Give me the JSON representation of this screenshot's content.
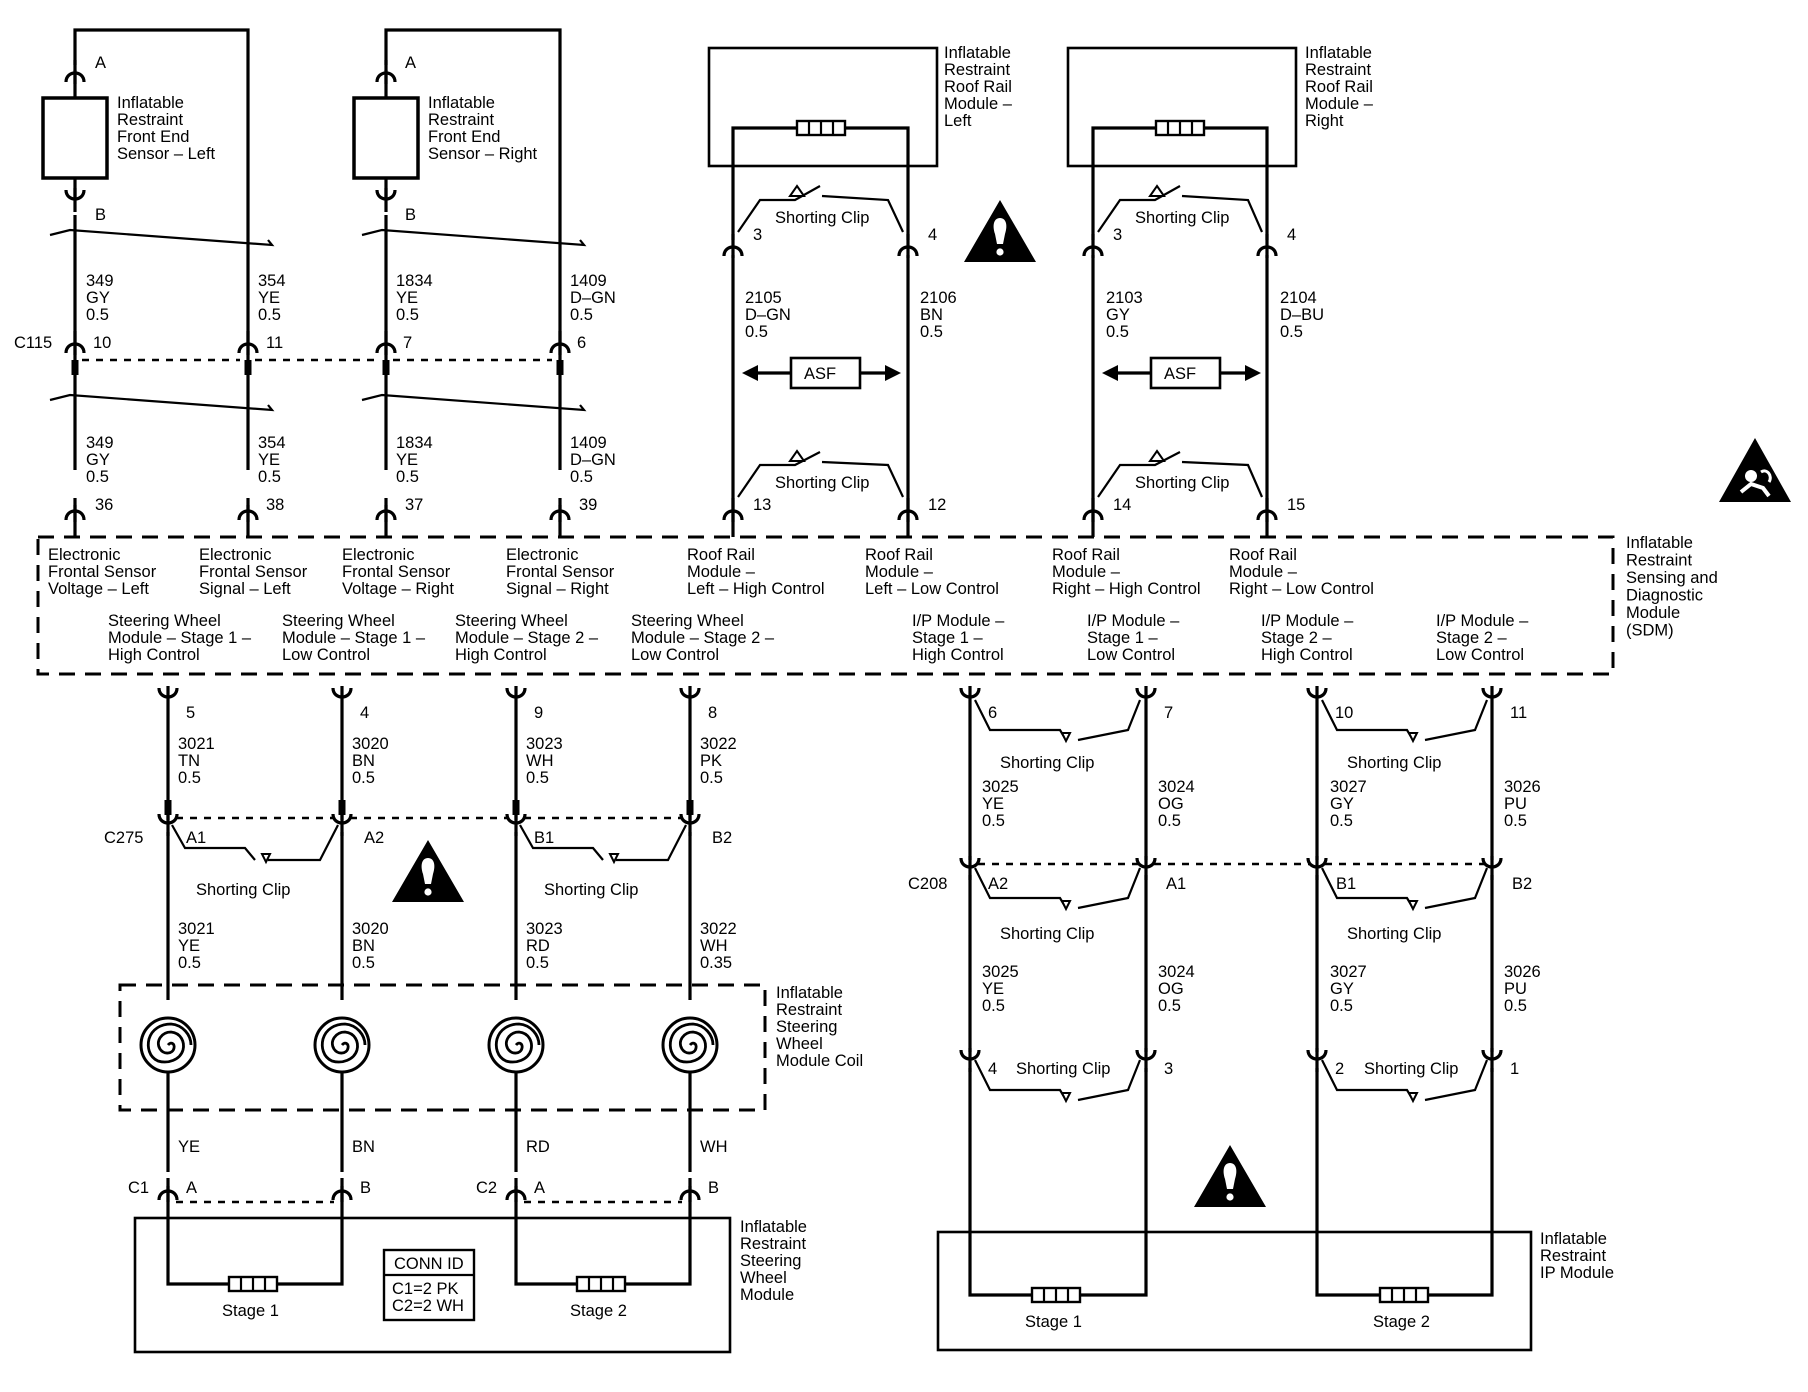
{
  "front_sensor_left": {
    "lines": [
      "Inflatable",
      "Restraint",
      "Front End",
      "Sensor – Left"
    ]
  },
  "front_sensor_right": {
    "lines": [
      "Inflatable",
      "Restraint",
      "Front End",
      "Sensor – Right"
    ]
  },
  "roof_rail_left": {
    "lines": [
      "Inflatable",
      "Restraint",
      "Roof Rail",
      "Module –",
      "Left"
    ]
  },
  "roof_rail_right": {
    "lines": [
      "Inflatable",
      "Restraint",
      "Roof Rail",
      "Module –",
      "Right"
    ]
  },
  "sdm": {
    "lines": [
      "Inflatable",
      "Restraint",
      "Sensing and",
      "Diagnostic",
      "Module",
      "(SDM)"
    ],
    "row1": [
      [
        "Electronic",
        "Frontal Sensor",
        "Voltage – Left"
      ],
      [
        "Electronic",
        "Frontal Sensor",
        "Signal – Left"
      ],
      [
        "Electronic",
        "Frontal Sensor",
        "Voltage – Right"
      ],
      [
        "Electronic",
        "Frontal Sensor",
        "Signal – Right"
      ],
      [
        "Roof Rail",
        "Module –",
        "Left – High Control"
      ],
      [
        "Roof Rail",
        "Module –",
        "Left – Low Control"
      ],
      [
        "Roof Rail",
        "Module –",
        "Right – High Control"
      ],
      [
        "Roof Rail",
        "Module –",
        "Right – Low Control"
      ]
    ],
    "row2": [
      [
        "Steering Wheel",
        "Module – Stage 1 –",
        "High Control"
      ],
      [
        "Steering Wheel",
        "Module – Stage 1 –",
        "Low Control"
      ],
      [
        "Steering Wheel",
        "Module – Stage 2 –",
        "High Control"
      ],
      [
        "Steering Wheel",
        "Module – Stage 2 –",
        "Low Control"
      ],
      [
        "I/P Module –",
        "Stage 1 –",
        "High Control"
      ],
      [
        "I/P Module –",
        "Stage 1 –",
        "Low Control"
      ],
      [
        "I/P Module –",
        "Stage 2 –",
        "High Control"
      ],
      [
        "I/P Module –",
        "Stage 2 –",
        "Low Control"
      ]
    ]
  },
  "pins": {
    "sensor_a": "A",
    "sensor_b": "B",
    "c115": [
      "10",
      "11",
      "7",
      "6"
    ],
    "sdm_top": [
      "36",
      "38",
      "37",
      "39",
      "13",
      "12",
      "14",
      "15"
    ],
    "roof_top": [
      "3",
      "4",
      "3",
      "4"
    ],
    "sdm_bottom": [
      "5",
      "4",
      "9",
      "8",
      "6",
      "7",
      "10",
      "11"
    ],
    "c275": [
      "A1",
      "A2",
      "B1",
      "B2"
    ],
    "c208": [
      "A2",
      "A1",
      "B1",
      "B2"
    ],
    "c1c2": [
      "A",
      "B",
      "A",
      "B"
    ],
    "ip_module": [
      "4",
      "3",
      "2",
      "1"
    ]
  },
  "connectors": {
    "c115": "C115",
    "c275": "C275",
    "c208": "C208",
    "c1": "C1",
    "c2": "C2"
  },
  "wires": {
    "upper": [
      [
        "349",
        "GY",
        "0.5"
      ],
      [
        "354",
        "YE",
        "0.5"
      ],
      [
        "1834",
        "YE",
        "0.5"
      ],
      [
        "1409",
        "D–GN",
        "0.5"
      ]
    ],
    "lower": [
      [
        "349",
        "GY",
        "0.5"
      ],
      [
        "354",
        "YE",
        "0.5"
      ],
      [
        "1834",
        "YE",
        "0.5"
      ],
      [
        "1409",
        "D–GN",
        "0.5"
      ]
    ],
    "roof": [
      [
        "2105",
        "D–GN",
        "0.5"
      ],
      [
        "2106",
        "BN",
        "0.5"
      ],
      [
        "2103",
        "GY",
        "0.5"
      ],
      [
        "2104",
        "D–BU",
        "0.5"
      ]
    ],
    "sw_upper": [
      [
        "3021",
        "TN",
        "0.5"
      ],
      [
        "3020",
        "BN",
        "0.5"
      ],
      [
        "3023",
        "WH",
        "0.5"
      ],
      [
        "3022",
        "PK",
        "0.5"
      ]
    ],
    "sw_lower": [
      [
        "3021",
        "YE",
        "0.5"
      ],
      [
        "3020",
        "BN",
        "0.5"
      ],
      [
        "3023",
        "RD",
        "0.5"
      ],
      [
        "3022",
        "WH",
        "0.35"
      ]
    ],
    "coil_out": [
      "YE",
      "BN",
      "RD",
      "WH"
    ],
    "ip_upper": [
      [
        "3025",
        "YE",
        "0.5"
      ],
      [
        "3024",
        "OG",
        "0.5"
      ],
      [
        "3027",
        "GY",
        "0.5"
      ],
      [
        "3026",
        "PU",
        "0.5"
      ]
    ],
    "ip_lower": [
      [
        "3025",
        "YE",
        "0.5"
      ],
      [
        "3024",
        "OG",
        "0.5"
      ],
      [
        "3027",
        "GY",
        "0.5"
      ],
      [
        "3026",
        "PU",
        "0.5"
      ]
    ]
  },
  "shorting_clip": "Shorting Clip",
  "asf": "ASF",
  "coil": {
    "lines": [
      "Inflatable",
      "Restraint",
      "Steering",
      "Wheel",
      "Module Coil"
    ]
  },
  "sw_module": {
    "lines": [
      "Inflatable",
      "Restraint",
      "Steering",
      "Wheel",
      "Module"
    ]
  },
  "ip_module": {
    "lines": [
      "Inflatable",
      "Restraint",
      "IP Module"
    ]
  },
  "stages": [
    "Stage 1",
    "Stage 2",
    "Stage 1",
    "Stage 2"
  ],
  "conn_id": {
    "title": "CONN ID",
    "lines": [
      "C1=2 PK",
      "C2=2 WH"
    ]
  }
}
